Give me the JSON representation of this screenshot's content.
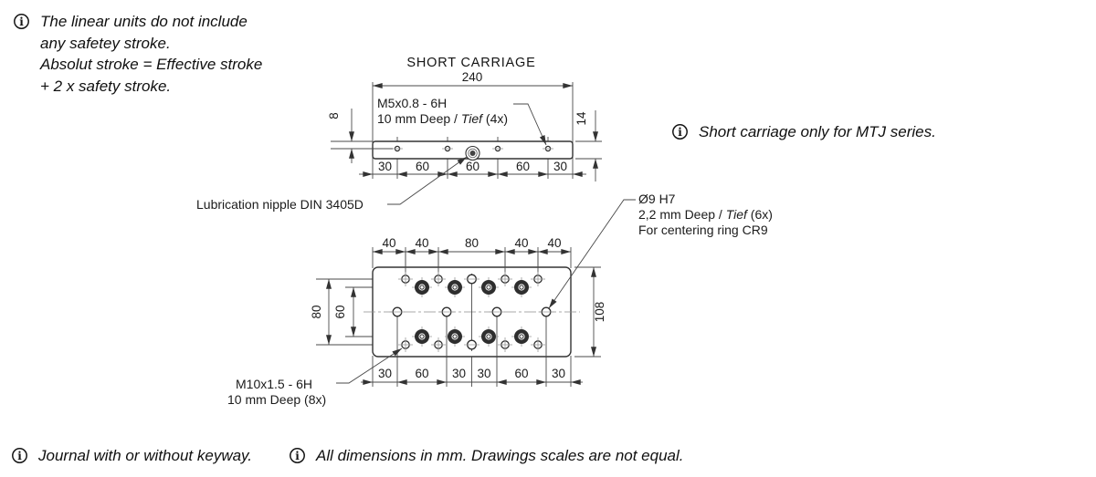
{
  "notes": {
    "linear_units": [
      "The linear units do not include",
      "any safetey stroke.",
      "Absolut stroke = Effective stroke",
      "+ 2 x safety stroke."
    ],
    "short_carriage": "Short carriage only for MTJ series.",
    "journal": "Journal with or without keyway.",
    "dimensions": "All dimensions in mm. Drawings scales are not equal."
  },
  "side_view": {
    "title": "SHORT CARRIAGE",
    "width_dim": "240",
    "depth_dim": "8",
    "height_dim": "14",
    "chain_dims": [
      "30",
      "60",
      "60",
      "60",
      "30"
    ],
    "thread_label_1": "M5x0.8 - 6H",
    "thread_label_2a": "10 mm Deep / ",
    "thread_label_2b": "Tief",
    "thread_label_2c": " (4x)",
    "nipple_label": "Lubrication nipple DIN 3405D"
  },
  "plan_view": {
    "top_chain_dims": [
      "40",
      "40",
      "80",
      "40",
      "40"
    ],
    "bottom_chain_dims": [
      "30",
      "60",
      "30",
      "30",
      "60",
      "30"
    ],
    "row_outer_dim": "80",
    "row_inner_dim": "60",
    "height_dim": "108",
    "thread_label_1": "M10x1.5 - 6H",
    "thread_label_2": "10 mm Deep (8x)",
    "centering_label_1": "Ø9 H7",
    "centering_label_2a": "2,2 mm Deep / ",
    "centering_label_2b": "Tief",
    "centering_label_2c": " (6x)",
    "centering_label_3": "For centering ring CR9"
  }
}
